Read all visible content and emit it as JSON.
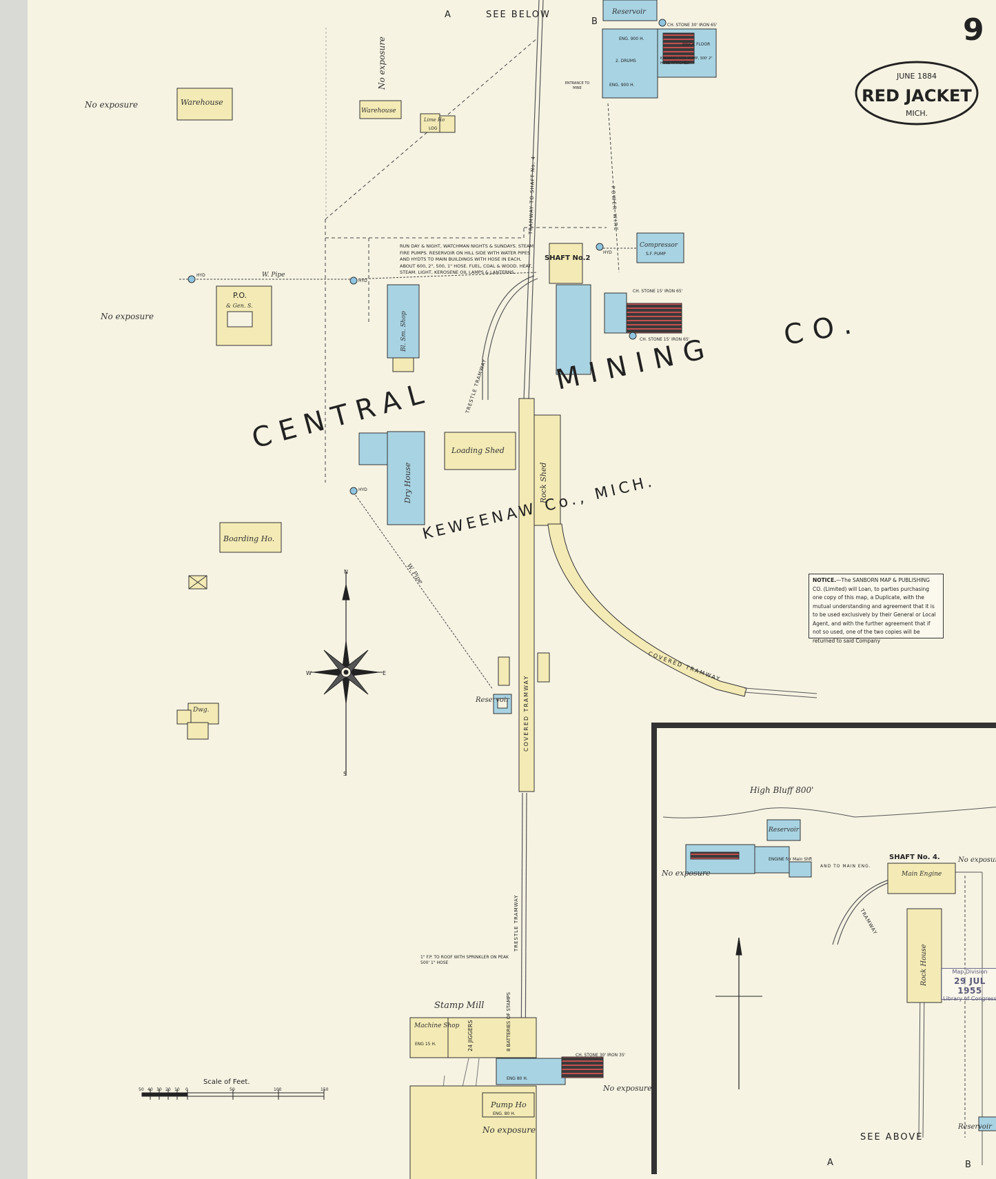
{
  "sheet": {
    "number": "9",
    "title_stamp": {
      "date": "JUNE 1884",
      "city": "RED JACKET",
      "state": "MICH."
    }
  },
  "company": {
    "line1": "CENTRAL",
    "line2": "MINING",
    "line3": "CO.",
    "county": "KEWEENAW Co., MICH."
  },
  "refs": {
    "top": {
      "a": "A",
      "text": "SEE BELOW",
      "b": "B"
    },
    "bottom": {
      "a": "A",
      "text": "SEE ABOVE",
      "b": "B"
    }
  },
  "labels": {
    "no_exposure": "No exposure",
    "warehouse_left": "Warehouse",
    "warehouse_mid": "Warehouse",
    "lime_ho": "Lime Ho",
    "lime_ho_sub": "LOG",
    "po": "P.O.",
    "po_sub": "& Gen. S.",
    "boarding": "Boarding Ho.",
    "dwg": "Dwg.",
    "dry_house": "Dry House",
    "bl_shop": "Bl. Sm. Shop",
    "loading_shed": "Loading Shed",
    "rock_shed": "Rock Shed",
    "shaft2": "SHAFT No.2",
    "compressor": "Compressor",
    "compressor_sub": "S.F. PUMP",
    "reservoir": "Reservoir",
    "covered_tramway": "COVERED TRAMWAY",
    "covered_tramway_v": "COVERED TRAMWAY",
    "tramway_shaft": "TRAMWAY TO SHAFT No. 4",
    "trestle_tramway": "TRESTLE TRAMWAY",
    "trestle_tramway_v": "TRESTLE TRAMWAY",
    "power_wire": "POWER WIRE",
    "stamp_mill": "Stamp Mill",
    "machine_shop": "Machine Shop",
    "machine_shop_sub": "ENG 15 H.",
    "jiggers": "24 JIGGERS",
    "batteries": "8 BATTERIES OF STAMPS",
    "stamp_note": "1\" F.P. TO ROOF WITH SPRINKLER ON PEAK 500' 1\" HOSE",
    "pump_ho": "Pump Ho",
    "pump_ho_sub": "ENG. 80 H.",
    "eng_80": "ENG 80 H.",
    "ch_stone_mill": "CH. STONE 30' IRON 35'",
    "ch_stone_top": "CH. STONE 30' IRON 65'",
    "ch_stone_mid": "CH. STONE 15' IRON 65'",
    "ch_stone_mid2": "CH. STONE 15' IRON 65'",
    "brick_floor": "BRICK FLOOR",
    "eng900a": "ENG. 900 H.",
    "eng900b": "ENG. 900 H.",
    "drums": "2. DRUMS",
    "knowles": "KNOWLES STM. PUMP, 300' 2\" HOSE ATTACHED.",
    "entrance": "ENTRANCE TO MINE",
    "hyd": "HYD",
    "w_pipe": "W. Pipe",
    "watch_note": "RUN DAY & NIGHT, WATCHMAN NIGHTS & SUNDAYS. STEAM FIRE PUMPS. RESERVOIR ON HILL SIDE WITH WATER PIPES AND HYDTS TO MAIN BUILDINGS WITH HOSE IN EACH, ABOUT 600, 2\", 500, 1\" HOSE. FUEL, COAL & WOOD. HEAT, STEAM. LIGHT, KEROSENE OIL LAMPS & LANTERNS.",
    "high_bluff": "High Bluff 800'",
    "shaft4": "SHAFT No. 4.",
    "main_engine": "Main Engine",
    "rock_house": "Rock House",
    "engine_main": "ENGINE for Main Shft",
    "and_to_main": "AND TO MAIN ENG.",
    "tramway": "TRAMWAY",
    "scale_title": "Scale of Feet.",
    "scale_ticks": [
      "50",
      "40",
      "30",
      "20",
      "10",
      "0",
      "50",
      "100",
      "150"
    ]
  },
  "notice": {
    "bold": "NOTICE.",
    "text": "—The SANBORN MAP & PUBLISHING CO. (Limited) will Loan, to parties purchasing one copy of this map, a Duplicate, with the mutual understanding and agreement that it is to be used exclusively by their General or Local Agent, and with the further agreement that if not so used, one of the two copies will be returned to said Company"
  },
  "stamp": {
    "top": "Map Division",
    "date": "29 JUL 1955",
    "bottom": "Library of Congress"
  },
  "colors": {
    "paper": "#f6f3e3",
    "yellow": "#f3eab5",
    "blue": "#a8d3e3",
    "red": "#c85050",
    "ink": "#333333"
  }
}
